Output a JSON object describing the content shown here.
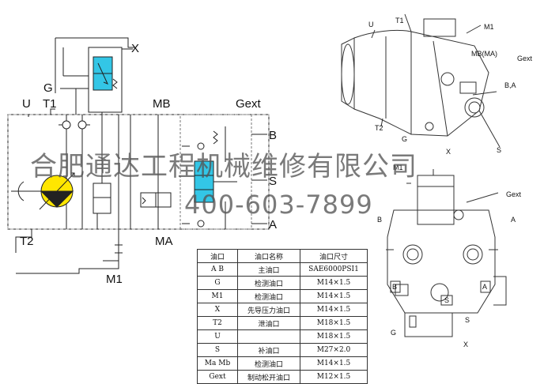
{
  "schematic": {
    "labels": {
      "x": "X",
      "g": "G",
      "u": "U",
      "t1": "T1",
      "mb": "MB",
      "gext": "Gext",
      "b": "B",
      "s": "S",
      "a": "A",
      "t2": "T2",
      "ma": "MA",
      "m1": "M1"
    }
  },
  "top_view": {
    "labels": {
      "u": "U",
      "t1": "T1",
      "m1": "M1",
      "mbma": "MB(MA)",
      "gext": "Gext",
      "ba": "B,A",
      "t2": "T2",
      "g": "G",
      "x": "X",
      "s": "S"
    }
  },
  "front_view": {
    "labels": {
      "m1": "M1",
      "gext": "Gext",
      "b": "B",
      "a": "A",
      "s": "S",
      "b_face": "B",
      "a_face": "A",
      "s_face": "S",
      "g": "G",
      "x": "X"
    }
  },
  "watermark": {
    "line1": "合肥通达工程机械维修有限公司",
    "line2": "400-603-7899"
  },
  "port_table": {
    "headers": [
      "油口",
      "油口名称",
      "油口尺寸"
    ],
    "rows": [
      [
        "A B",
        "主油口",
        "SAE6000PSI1"
      ],
      [
        "G",
        "检测油口",
        "M14×1.5"
      ],
      [
        "M1",
        "检测油口",
        "M14×1.5"
      ],
      [
        "X",
        "先导压力油口",
        "M14×1.5"
      ],
      [
        "T2",
        "泄油口",
        "M18×1.5"
      ],
      [
        "U",
        "",
        "M18×1.5"
      ],
      [
        "S",
        "补油口",
        "M27×2.0"
      ],
      [
        "Ma  Mb",
        "检测油口",
        "M14×1.5"
      ],
      [
        "Gext",
        "制动松开油口",
        "M12×1.5"
      ]
    ]
  },
  "colors": {
    "valve_fill": "#33c6e6",
    "motor_fill": "#ffe600",
    "line": "#222222",
    "watermark": "#555555"
  }
}
